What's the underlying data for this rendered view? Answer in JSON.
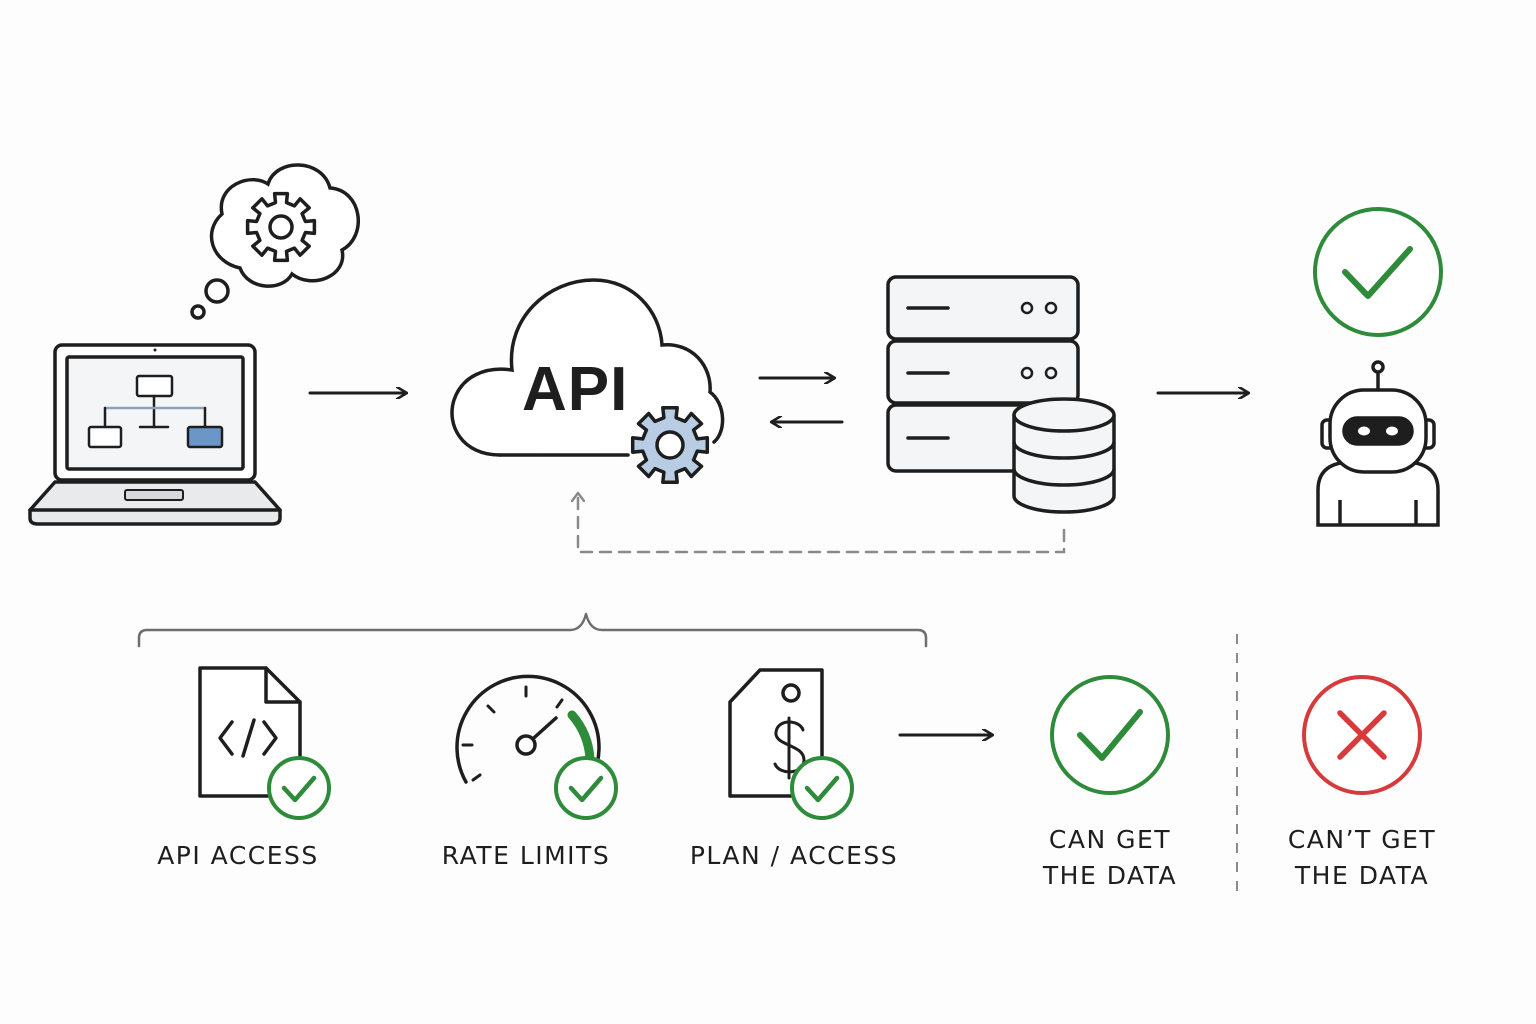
{
  "api_cloud": {
    "text": "API"
  },
  "requirements": [
    {
      "label": "API ACCESS"
    },
    {
      "label": "RATE LIMITS"
    },
    {
      "label": "PLAN / ACCESS"
    }
  ],
  "outcomes": {
    "success": {
      "line1": "CAN GET",
      "line2": "THE DATA"
    },
    "failure": {
      "line1": "CAN’T GET",
      "line2": "THE DATA"
    }
  },
  "colors": {
    "stroke": "#1e1e1e",
    "success": "#2e8b3a",
    "failure": "#d63a3a",
    "gear_fill": "#b8cde3",
    "accent_blue": "#6a96c8",
    "dashed": "#8a8a8a"
  }
}
